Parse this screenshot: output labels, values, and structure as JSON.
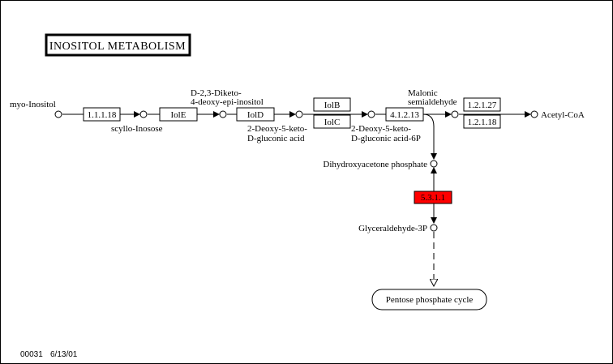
{
  "title": "INOSITOL METABOLISM",
  "footer": {
    "map_id": "00031",
    "date": "6/13/01"
  },
  "compounds": {
    "myo_inositol": "myo-Inositol",
    "scyllo_inosose": "scyllo-Inosose",
    "diketo_line1": "D-2,3-Diketo-",
    "diketo_line2": "4-deoxy-epi-inositol",
    "dkgluconic_line1": "2-Deoxy-5-keto-",
    "dkgluconic_line2": "D-gluconic acid",
    "dkgluconic6p_line1": "2-Deoxy-5-keto-",
    "dkgluconic6p_line2": "D-gluconic acid-6P",
    "malonic_line1": "Malonic",
    "malonic_line2": "semialdehyde",
    "acetyl_coa": "Acetyl-CoA",
    "dhap": "Dihydroxyacetone phosphate",
    "g3p": "Glyceraldehyde-3P"
  },
  "enzymes": {
    "e1": "1.1.1.18",
    "iole": "IolE",
    "iold": "IolD",
    "iolb": "IolB",
    "iolc": "IolC",
    "e41213": "4.1.2.13",
    "e12127": "1.2.1.27",
    "e12118": "1.2.1.18",
    "e5311": "5.3.1.1"
  },
  "pathway_link": "Pentose phosphate cycle",
  "colors": {
    "highlight": "#ff0000"
  }
}
